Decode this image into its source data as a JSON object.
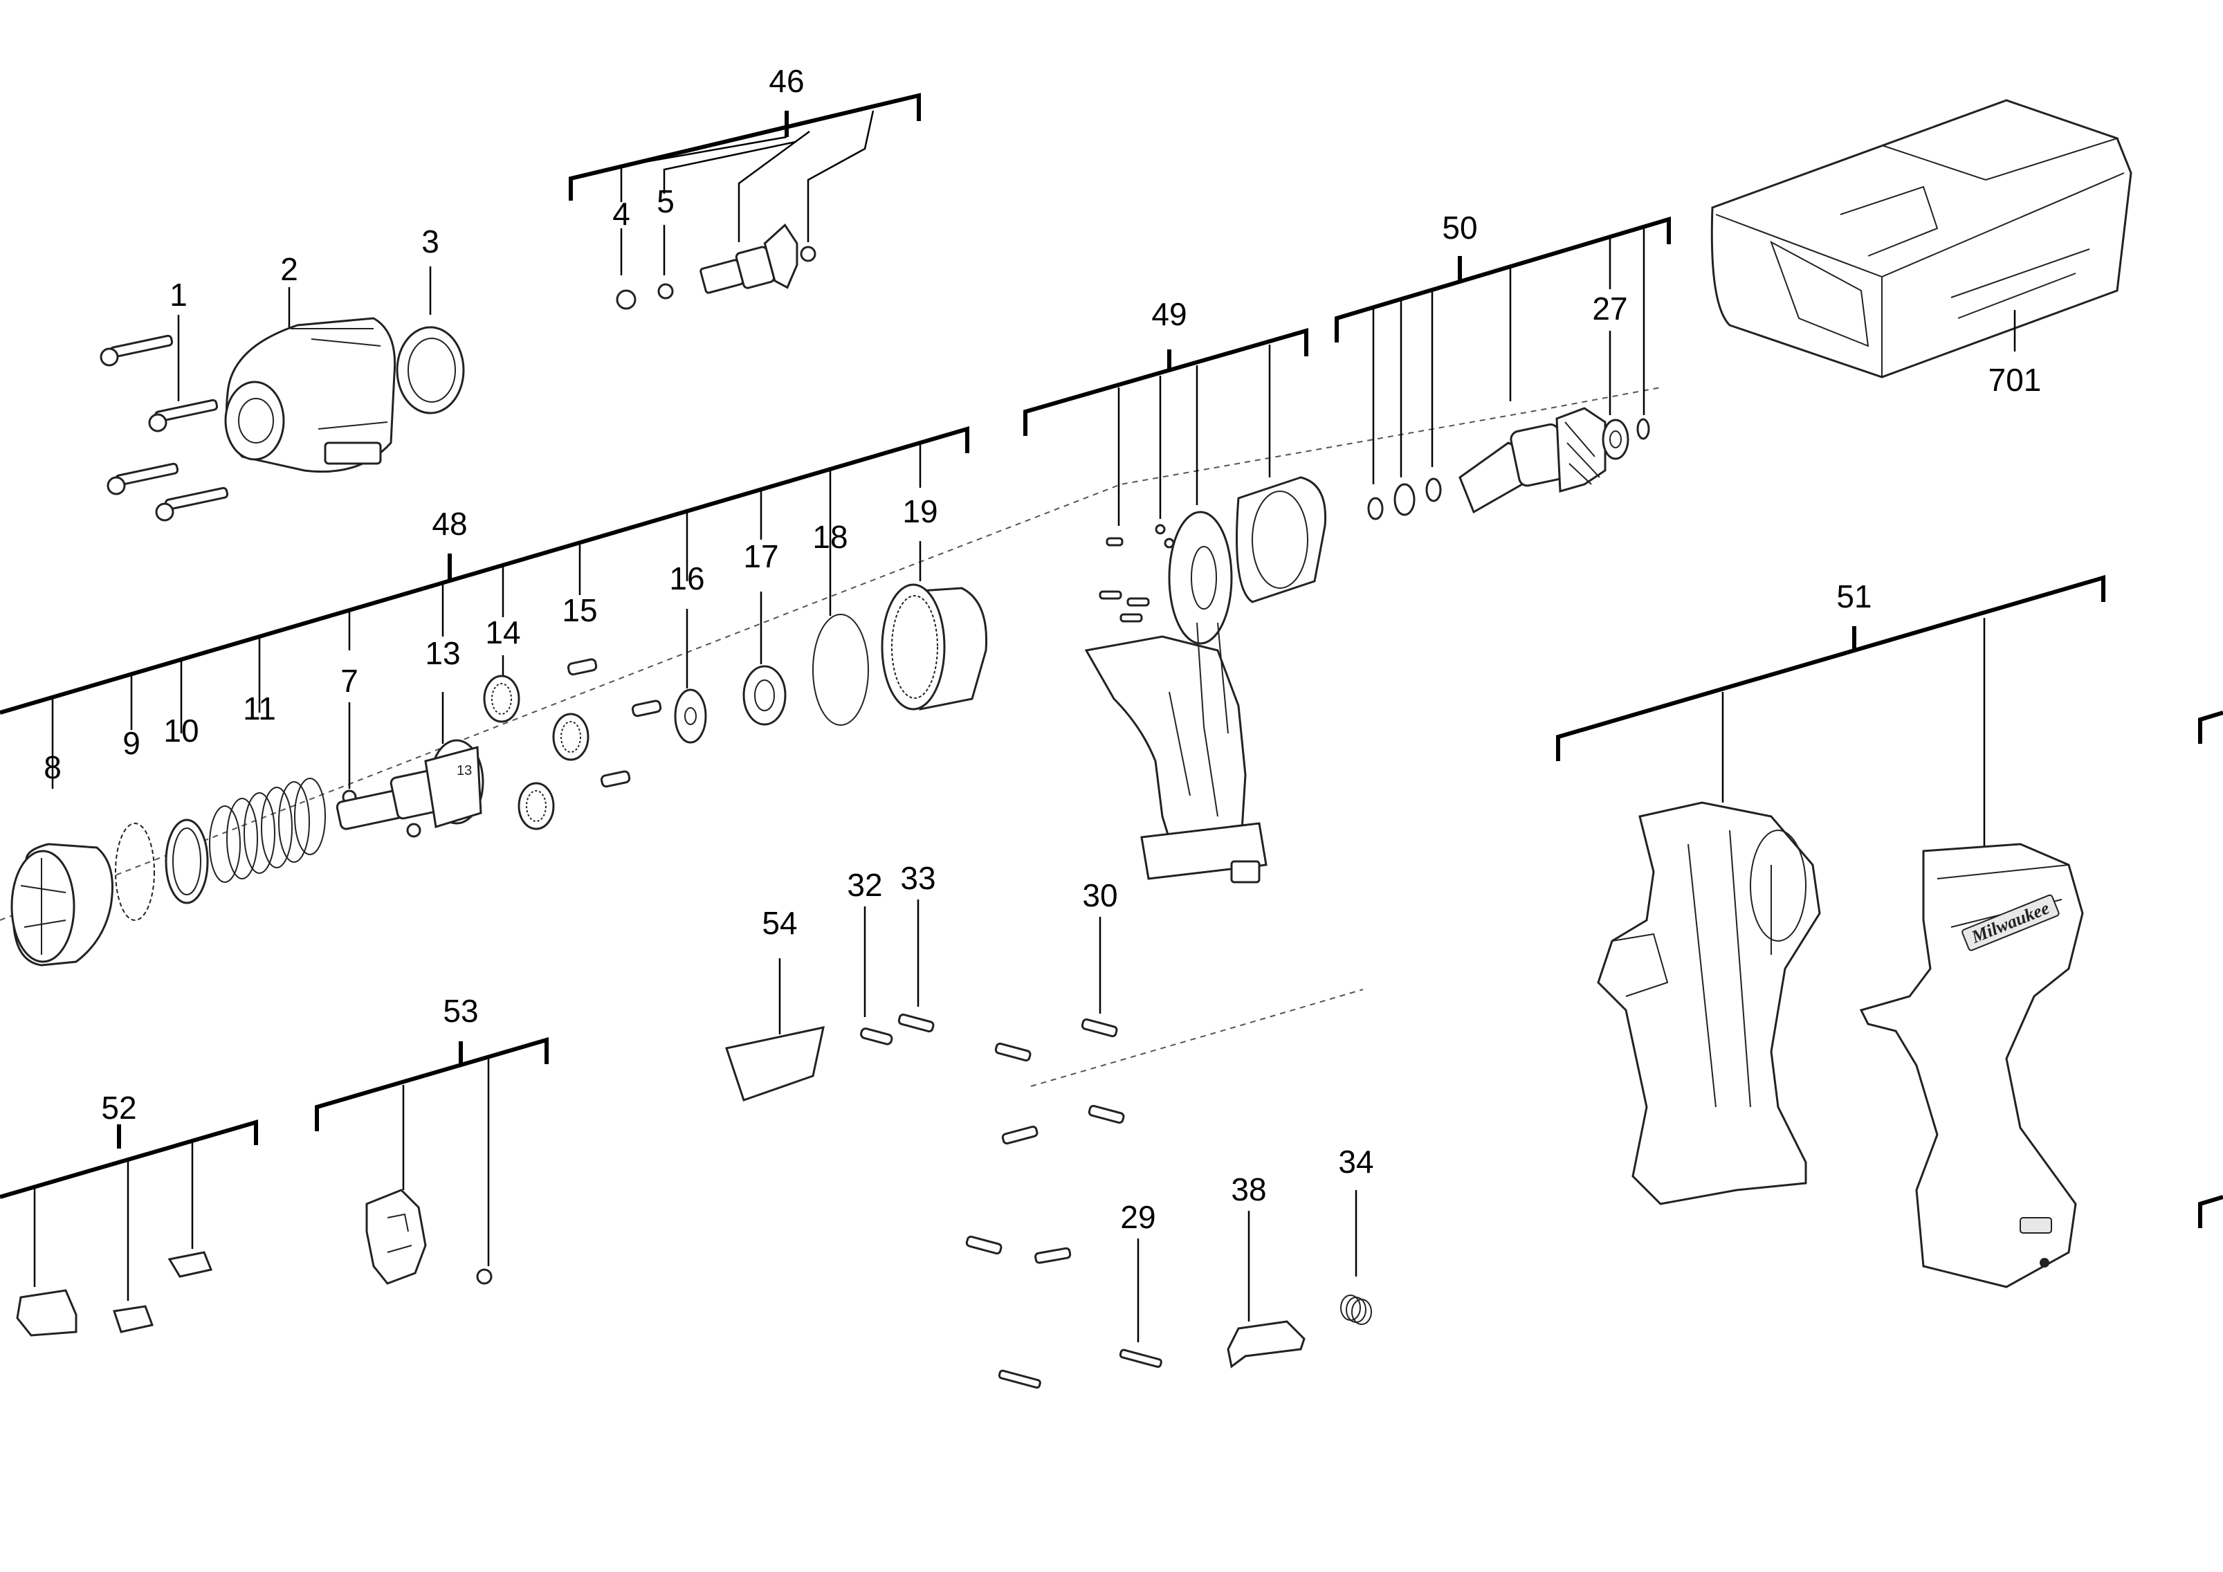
{
  "diagram": {
    "type": "exploded-parts-view",
    "callouts": [
      {
        "id": "c46",
        "label": "46"
      },
      {
        "id": "c4",
        "label": "4"
      },
      {
        "id": "c5",
        "label": "5"
      },
      {
        "id": "c1",
        "label": "1"
      },
      {
        "id": "c2",
        "label": "2"
      },
      {
        "id": "c3",
        "label": "3"
      },
      {
        "id": "c50",
        "label": "50"
      },
      {
        "id": "c49",
        "label": "49"
      },
      {
        "id": "c27",
        "label": "27"
      },
      {
        "id": "c701",
        "label": "701"
      },
      {
        "id": "c48",
        "label": "48"
      },
      {
        "id": "c19",
        "label": "19"
      },
      {
        "id": "c18",
        "label": "18"
      },
      {
        "id": "c17",
        "label": "17"
      },
      {
        "id": "c16",
        "label": "16"
      },
      {
        "id": "c15",
        "label": "15"
      },
      {
        "id": "c14",
        "label": "14"
      },
      {
        "id": "c13",
        "label": "13"
      },
      {
        "id": "c7",
        "label": "7"
      },
      {
        "id": "c11",
        "label": "11"
      },
      {
        "id": "c10",
        "label": "10"
      },
      {
        "id": "c9",
        "label": "9"
      },
      {
        "id": "c8",
        "label": "8"
      },
      {
        "id": "c51",
        "label": "51"
      },
      {
        "id": "c54",
        "label": "54"
      },
      {
        "id": "c32",
        "label": "32"
      },
      {
        "id": "c33",
        "label": "33"
      },
      {
        "id": "c30",
        "label": "30"
      },
      {
        "id": "c53",
        "label": "53"
      },
      {
        "id": "c52",
        "label": "52"
      },
      {
        "id": "c29",
        "label": "29"
      },
      {
        "id": "c38",
        "label": "38"
      },
      {
        "id": "c34",
        "label": "34"
      }
    ],
    "brand_text": "Milwaukee"
  }
}
